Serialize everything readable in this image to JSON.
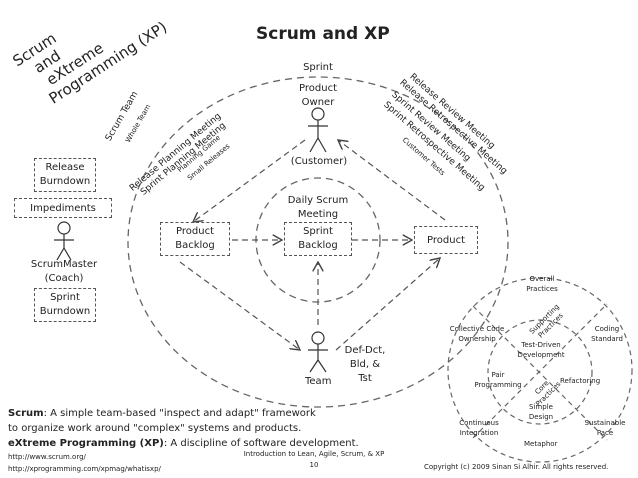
{
  "corner_title": [
    "Scrum",
    "and",
    "eXtreme",
    "Programming (XP)"
  ],
  "title": "Scrum and XP",
  "sprint_label": "Sprint",
  "product_owner": [
    "Product",
    "Owner"
  ],
  "customer": "(Customer)",
  "daily_scrum": [
    "Daily Scrum",
    "Meeting"
  ],
  "sprint_backlog": [
    "Sprint",
    "Backlog"
  ],
  "product_backlog": [
    "Product",
    "Backlog"
  ],
  "product": "Product",
  "team": "Team",
  "team_notes": [
    "Def-Dct,",
    "Bld, &",
    "Tst"
  ],
  "scrum_team": "Scrum Team",
  "whole_team": "Whole Team",
  "release_planning": "Release Planning Meeting",
  "sprint_planning": "Sprint Planning Meeting",
  "planning_game": "Planning Game",
  "small_releases": "Small Releases",
  "release_review": "Release Review Meeting",
  "release_retro": "Release Retrospective Meeting",
  "sprint_review": "Sprint Review Meeting",
  "sprint_retro": "Sprint Retrospective Meeting",
  "customer_tests": "Customer Tests",
  "release_burndown": [
    "Release",
    "Burndown"
  ],
  "impediments": "Impediments",
  "scrummaster": [
    "ScrumMaster",
    "(Coach)"
  ],
  "sprint_burndown": [
    "Sprint",
    "Burndown"
  ],
  "xp": {
    "overall": [
      "Overall",
      "Practices"
    ],
    "supporting": [
      "Supporting",
      "Practices"
    ],
    "collective": [
      "Collective Code",
      "Ownership"
    ],
    "coding_standard": [
      "Coding",
      "Standard"
    ],
    "tdd": [
      "Test-Driven",
      "Development"
    ],
    "pair": [
      "Pair",
      "Programming"
    ],
    "core": [
      "Core",
      "Practices"
    ],
    "refactoring": "Refactoring",
    "simple": [
      "Simple",
      "Design"
    ],
    "ci": [
      "Continuous",
      "Integration"
    ],
    "sustainable": [
      "Sustainable",
      "Pace"
    ],
    "metaphor": "Metaphor"
  },
  "footer": {
    "scrum_term": "Scrum",
    "scrum_def": ": A simple team-based \"inspect and adapt\" framework",
    "scrum_def2": "to organize work around \"complex\" systems and products.",
    "xp_term": "eXtreme Programming (XP)",
    "xp_def": ": A discipline of software development.",
    "url1": "http://www.scrum.org/",
    "url2": "http://xprogramming.com/xpmag/whatisxp/",
    "center": "Introduction to Lean, Agile, Scrum, & XP",
    "page": "10",
    "copyright": "Copyright (c) 2009 Sinan Si Alhir. All rights reserved."
  }
}
